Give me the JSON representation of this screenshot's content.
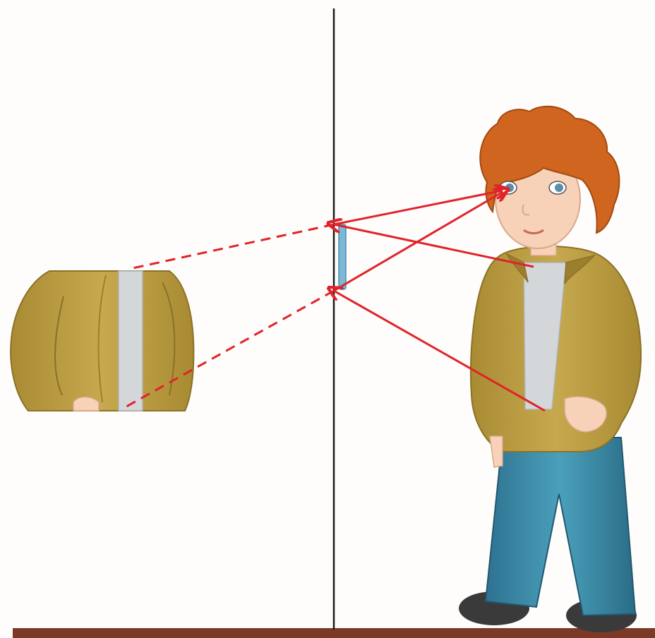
{
  "scene": {
    "description_type": "mirror-reflection-ray-diagram",
    "colors": {
      "background": "#fefdfb",
      "ray": "#e0232a",
      "mirror_line": "#1a1a1a",
      "mirror_glass": "#7ab8d6",
      "floor": "#7a3a26",
      "jacket": "#bfa24a",
      "jacket_shade": "#9c7f2e",
      "shirt": "#d4d7d9",
      "jeans": "#3c8aa5",
      "jeans_shade": "#2a6c86",
      "hair": "#d0651f",
      "skin": "#f8d2b8",
      "shoes": "#3a3a3a"
    },
    "rays": [
      {
        "name": "ray-eye-top",
        "kind": "incident-reflected",
        "dashed": false
      },
      {
        "name": "ray-from-shoulder",
        "kind": "incident",
        "dashed": false
      },
      {
        "name": "ray-reflected-to-eye",
        "kind": "reflected",
        "dashed": false
      },
      {
        "name": "ray-from-belt",
        "kind": "incident",
        "dashed": false
      },
      {
        "name": "virtual-ray-top",
        "kind": "virtual",
        "dashed": true
      },
      {
        "name": "virtual-ray-bottom",
        "kind": "virtual",
        "dashed": true
      }
    ],
    "objects": [
      "boy",
      "mirror",
      "reflected-image-jacket",
      "floor"
    ]
  }
}
